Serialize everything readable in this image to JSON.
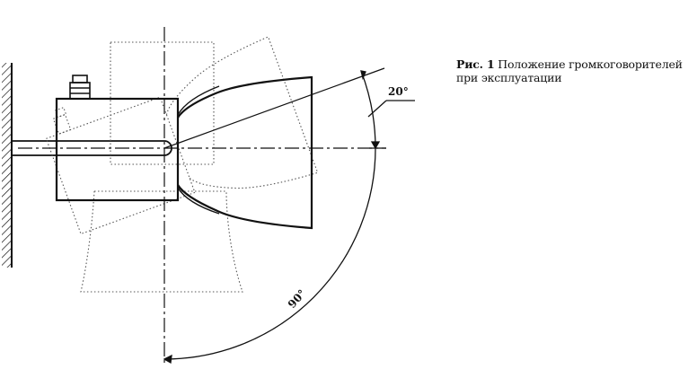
{
  "caption": {
    "figure_label": "Рис. 1",
    "text": "Положение громкоговорителей при эксплуатации"
  },
  "dimensions": {
    "angle_small": "20°",
    "angle_large": "90°"
  },
  "rotated_positions_deg": [
    0,
    -20,
    90
  ],
  "colors": {
    "line": "#111111",
    "dotted": "#555555"
  }
}
